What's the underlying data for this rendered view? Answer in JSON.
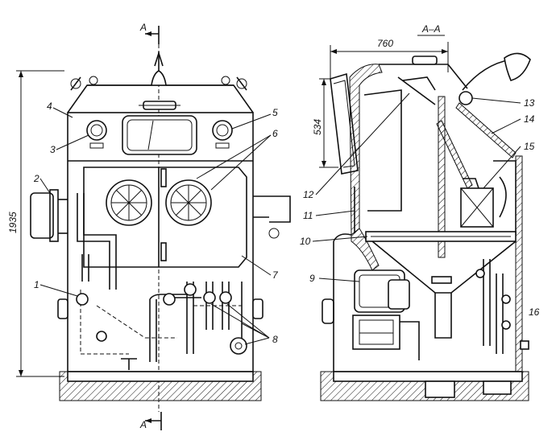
{
  "section_marker": {
    "top_left": "A",
    "bottom_left": "A",
    "title_right": "A–A"
  },
  "dimensions": {
    "overall_height": "1935",
    "width_top": "760",
    "height_side": "534"
  },
  "callouts": {
    "c1": "1",
    "c2": "2",
    "c3": "3",
    "c4": "4",
    "c5": "5",
    "c6": "6",
    "c7": "7",
    "c8": "8",
    "c9": "9",
    "c10": "10",
    "c11": "11",
    "c12": "12",
    "c13": "13",
    "c14": "14",
    "c15": "15",
    "c16": "16"
  }
}
